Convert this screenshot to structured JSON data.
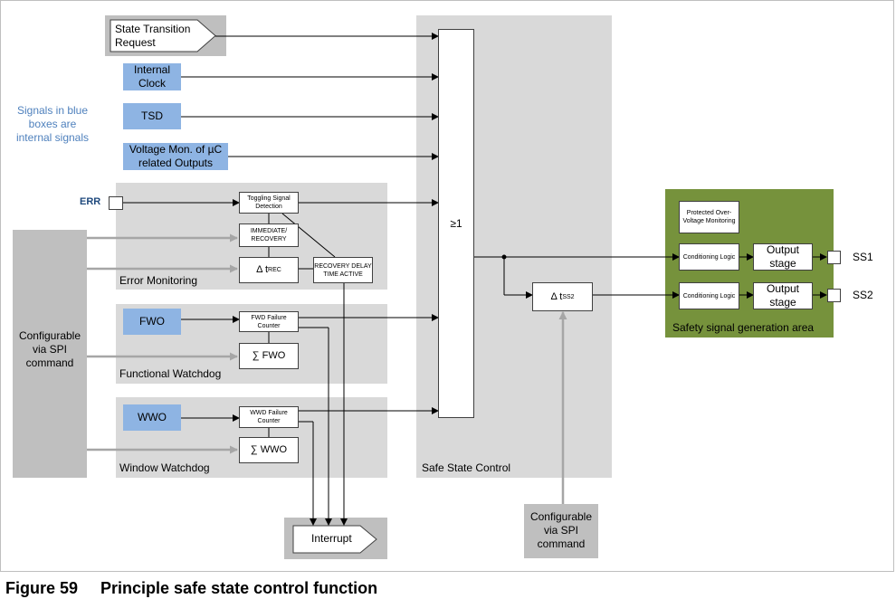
{
  "inputs": {
    "state_transition": "State Transition Request",
    "internal_clock": "Internal Clock",
    "tsd": "TSD",
    "voltage_mon": "Voltage Mon. of µC related Outputs",
    "err": "ERR",
    "fwo": "FWO",
    "wwo": "WWO"
  },
  "note": "Signals in blue boxes are internal signals",
  "error_monitoring": {
    "title": "Error Monitoring",
    "toggling": "Toggling Signal Detection",
    "immediate": "IMMEDIATE/ RECOVERY",
    "delta_prefix": "Δ t",
    "delta_sub": "REC",
    "recovery": "RECOVERY DELAY TIME ACTIVE"
  },
  "functional_watchdog": {
    "title": "Functional Watchdog",
    "counter": "FWD Failure Counter",
    "sum": "∑ FWO"
  },
  "window_watchdog": {
    "title": "Window Watchdog",
    "counter": "WWD Failure Counter",
    "sum": "∑ WWO"
  },
  "spi_left": "Configurable via SPI command",
  "spi_bottom": "Configurable via SPI command",
  "interrupt": "Interrupt",
  "safe_state": {
    "title": "Safe State Control",
    "or_gate": "≥1",
    "delta_prefix": "Δ t",
    "delta_sub": "SS2"
  },
  "safety_area": {
    "title": "Safety signal generation area",
    "protected": "Protected Over-Voltage Monitoring",
    "conditioning": "Conditioning Logic",
    "output_stage": "Output stage",
    "ss1": "SS1",
    "ss2": "SS2"
  },
  "caption": "Figure 59     Principle safe state control function",
  "colors": {
    "blue_box": "#8eb4e3",
    "grey_panel": "#d9d9d9",
    "dark_panel": "#bfbfbf",
    "green_area": "#76923c",
    "note_text": "#4f81bd"
  }
}
